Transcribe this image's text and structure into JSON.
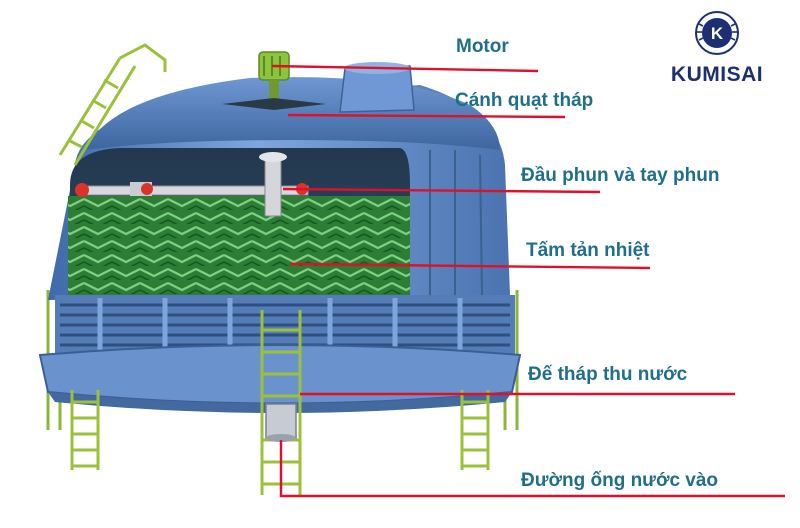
{
  "brand": {
    "name": "KUMISAI",
    "logo_letter": "K",
    "color": "#1c2f73"
  },
  "colors": {
    "label_text": "#1f6f8b",
    "leader_line": "#e0102a",
    "tower_body": "#5c86c4",
    "fill_media": "#2f8a3a",
    "ladder": "#9bc13c"
  },
  "labels": [
    {
      "id": "motor",
      "text": "Motor"
    },
    {
      "id": "fan",
      "text": "Cánh quạt tháp"
    },
    {
      "id": "sprinkler",
      "text": "Đầu phun và tay phun"
    },
    {
      "id": "fill",
      "text": "Tấm tản nhiệt"
    },
    {
      "id": "basin",
      "text": "Đế tháp thu nước"
    },
    {
      "id": "inlet",
      "text": "Đường ống nước vào"
    }
  ]
}
